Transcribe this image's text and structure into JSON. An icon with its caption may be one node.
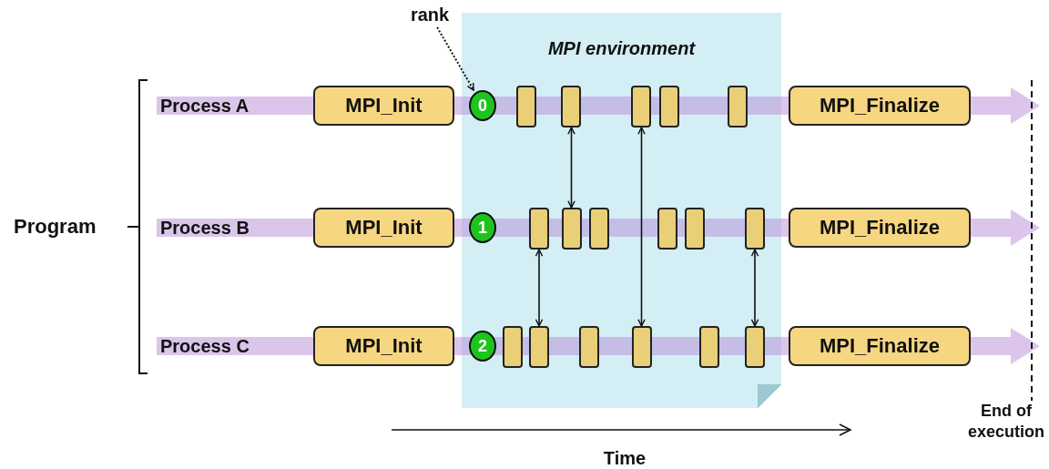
{
  "diagram": {
    "nodes": [
      {
        "text": [
          "MPI environment"
        ]
      },
      {
        "text": [
          "MPI_Init"
        ]
      },
      {
        "text": [
          "MPI_Finalize"
        ]
      },
      {
        "text": [
          "MPI_Init"
        ]
      },
      {
        "text": [
          "MPI_Finalize"
        ]
      },
      {
        "text": [
          "MPI_Init"
        ]
      },
      {
        "text": [
          "MPI_Finalize"
        ]
      },
      {
        "text": [
          "rank"
        ]
      },
      {
        "text": [
          "0"
        ],
        "in": 0
      },
      {
        "text": [
          "1"
        ],
        "in": 0
      },
      {
        "text": [
          "2"
        ],
        "in": 0
      },
      {
        "text": [],
        "shape": "bar",
        "in": 0
      },
      {
        "text": [],
        "shape": "bar",
        "in": 0
      },
      {
        "text": [],
        "shape": "bar",
        "in": 0
      },
      {
        "text": [],
        "shape": "bar",
        "in": 0
      },
      {
        "text": [],
        "shape": "bar",
        "in": 0
      },
      {
        "text": [],
        "shape": "bar",
        "in": 0
      },
      {
        "text": [],
        "shape": "bar",
        "in": 0
      },
      {
        "text": [],
        "shape": "bar",
        "in": 0
      },
      {
        "text": [],
        "shape": "bar",
        "in": 0
      },
      {
        "text": [],
        "shape": "bar",
        "in": 0
      },
      {
        "text": [],
        "shape": "bar",
        "in": 0
      },
      {
        "text": [],
        "shape": "bar",
        "in": 0
      },
      {
        "text": [],
        "shape": "bar",
        "in": 0
      },
      {
        "text": [],
        "shape": "bar",
        "in": 0
      },
      {
        "text": [],
        "shape": "bar",
        "in": 0
      },
      {
        "text": [],
        "shape": "bar",
        "in": 0
      },
      {
        "text": [],
        "shape": "bar",
        "in": 0
      }
    ],
    "edges": [
      {
        "from": 7,
        "to": 8,
        "arrow": "to",
        "style": "dashed"
      },
      {
        "from": 12,
        "to": 17,
        "arrow": "both"
      },
      {
        "from": 13,
        "to": 25,
        "arrow": "both"
      },
      {
        "from": 16,
        "to": 23,
        "arrow": "both"
      },
      {
        "from": 21,
        "to": 27,
        "arrow": "both"
      }
    ],
    "labels": [
      "Program",
      "Process A",
      "Process B",
      "Process C",
      "Time",
      "End of execution"
    ]
  }
}
